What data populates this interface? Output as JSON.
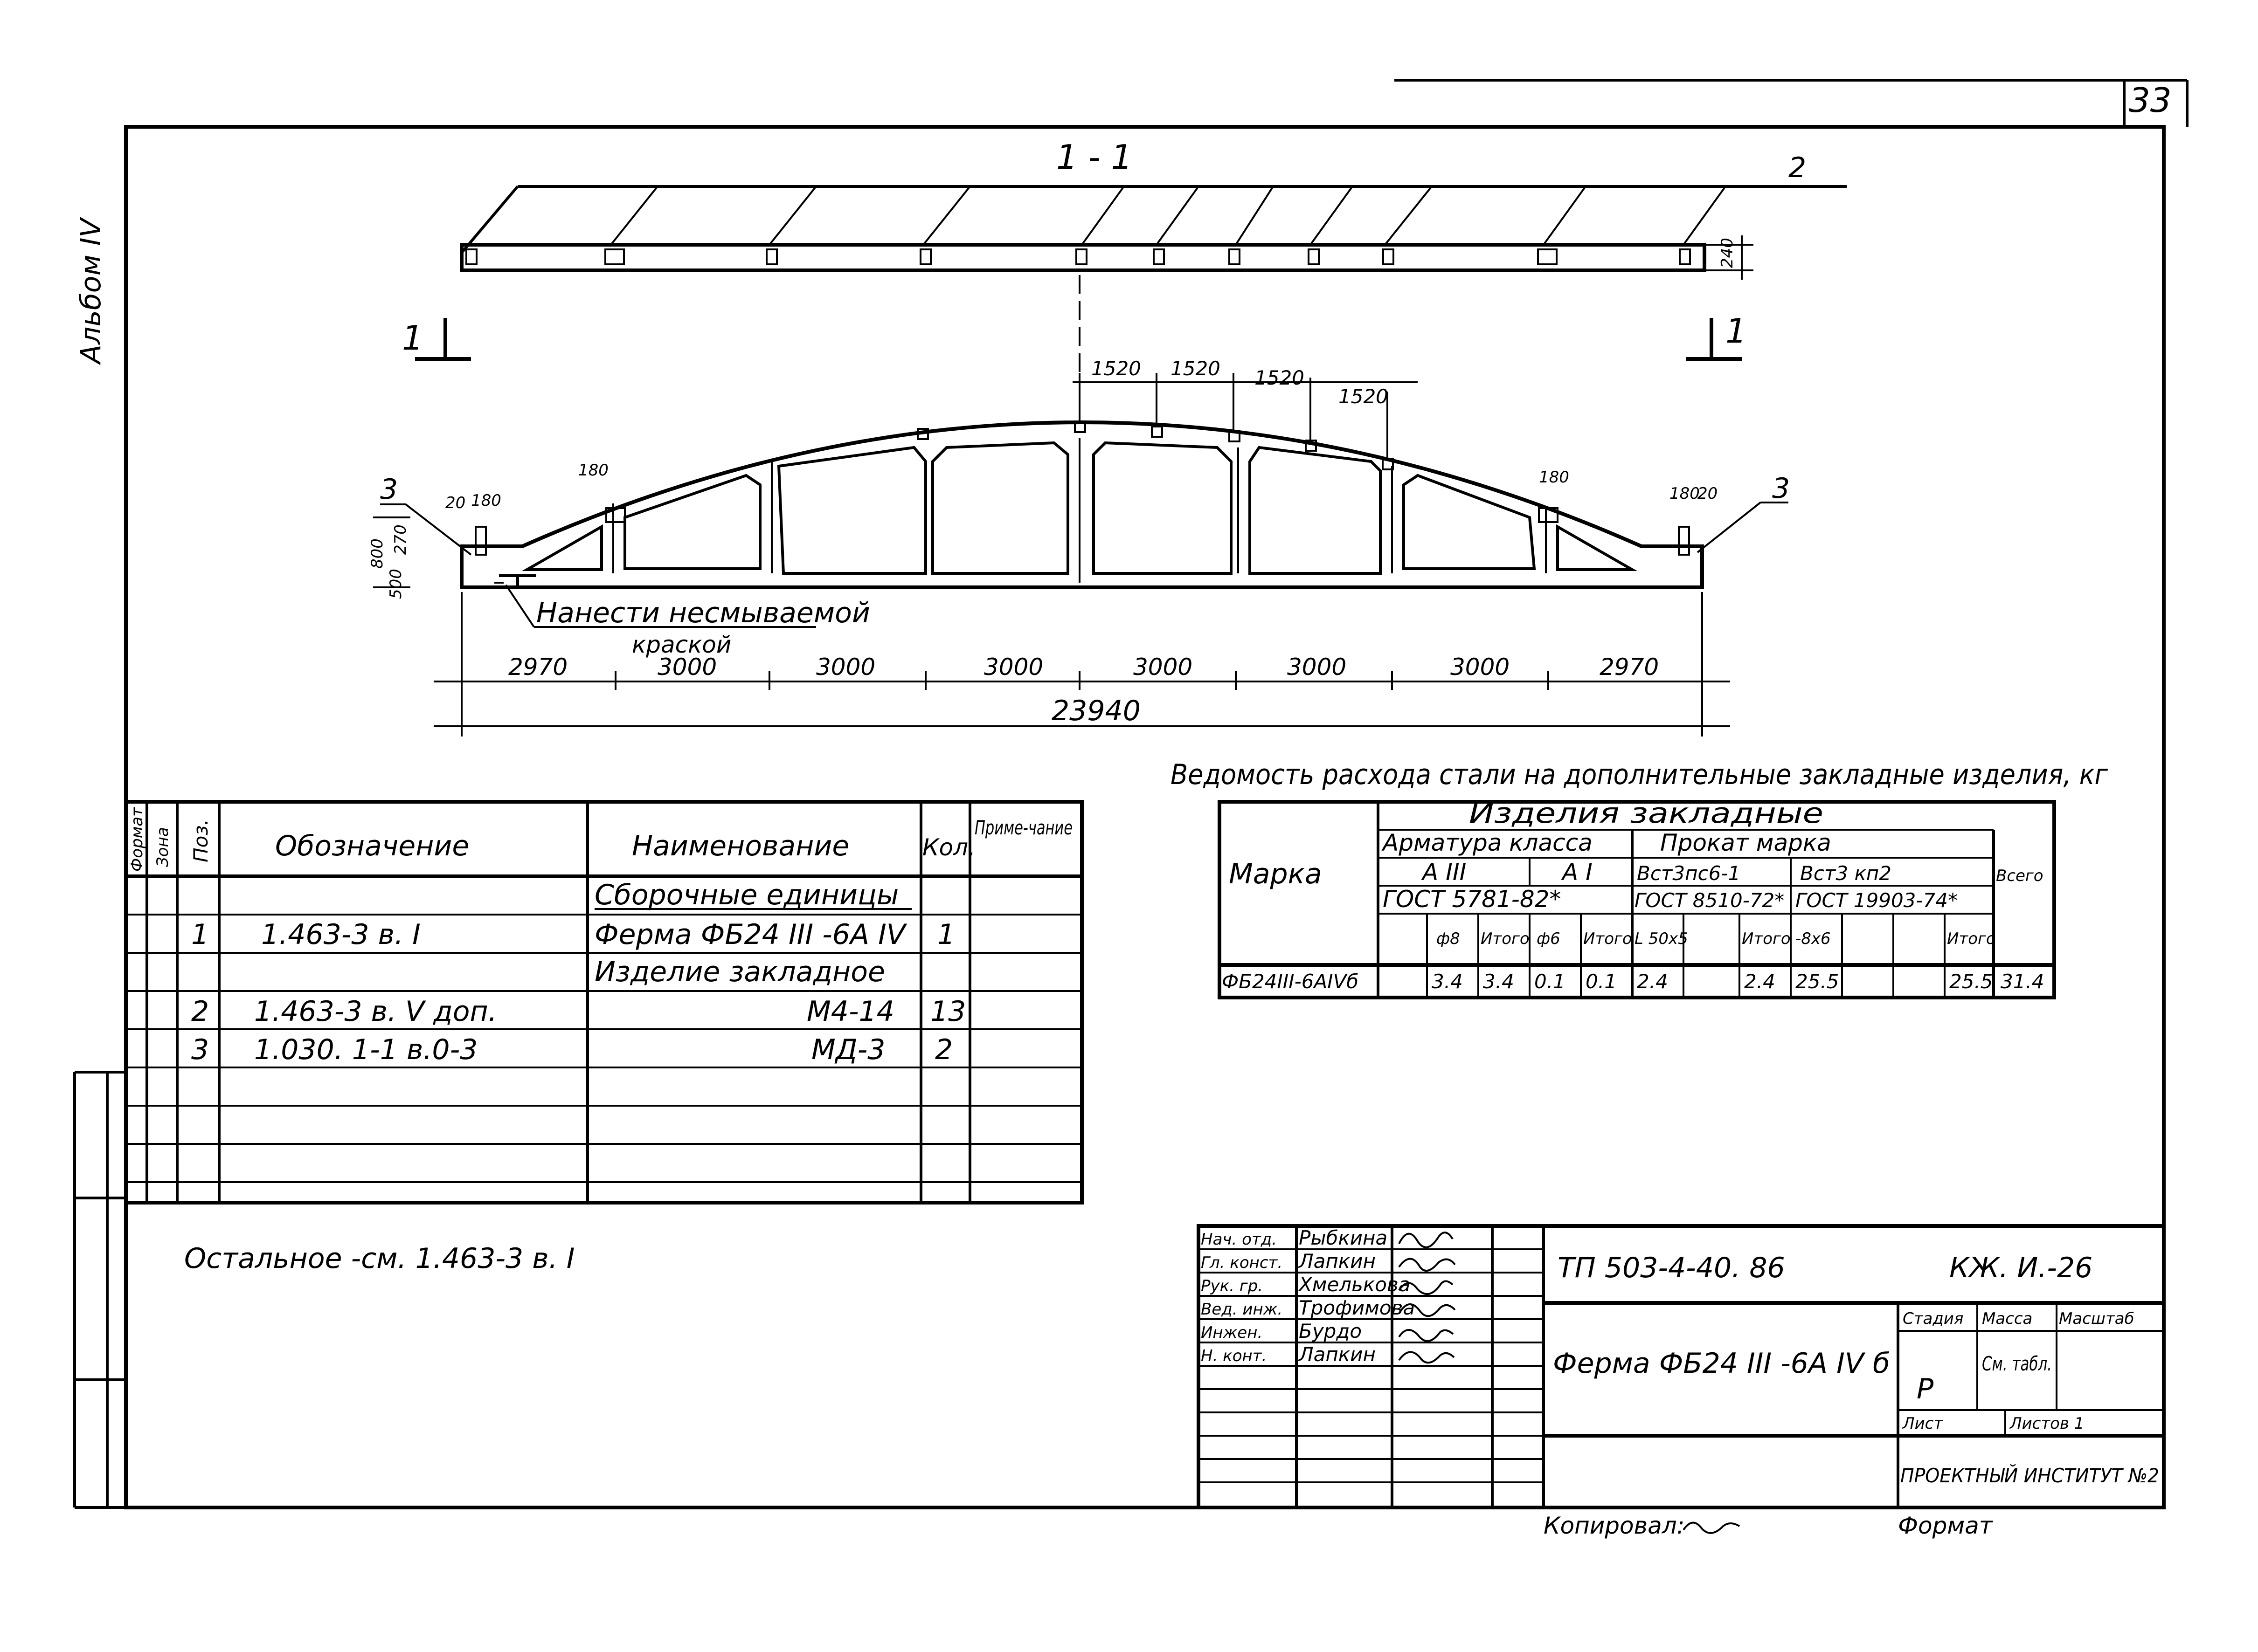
{
  "page_number": "33",
  "album_label": "Альбом IV",
  "section_title": "1 - 1",
  "section_mark_left": "1",
  "section_mark_right": "1",
  "callouts": {
    "top_right": "2",
    "left": "3",
    "right": "3"
  },
  "small_dims": {
    "height_top": "240",
    "left_20": "20",
    "left_180": "180",
    "left_180b": "180",
    "right_180": "180",
    "right_180b": "180",
    "right_20": "20",
    "left_height1": "800",
    "left_height2": "270",
    "left_height3": "500"
  },
  "top_spacing": [
    "1520",
    "1520",
    "1520",
    "1520"
  ],
  "truss_note": {
    "line1": "Нанести несмываемой",
    "line2": "краской"
  },
  "bottom_dims": [
    "2970",
    "3000",
    "3000",
    "3000",
    "3000",
    "3000",
    "3000",
    "2970"
  ],
  "total_length": "23940",
  "spec_table": {
    "headers": {
      "format": "Формат",
      "zone": "Зона",
      "pos": "Поз.",
      "designation": "Обозначение",
      "name": "Наименование",
      "qty": "Кол.",
      "note": "Приме-чание"
    },
    "rows": [
      {
        "pos": "",
        "designation": "",
        "name": "Сборочные единицы",
        "qty": ""
      },
      {
        "pos": "1",
        "designation": "1.463-3  в. I",
        "name": "Ферма ФБ24 III -6А IV",
        "qty": "1"
      },
      {
        "pos": "",
        "designation": "",
        "name": "Изделие закладное",
        "qty": ""
      },
      {
        "pos": "2",
        "designation": "1.463-3  в. V доп.",
        "name": "М4-14",
        "qty": "13"
      },
      {
        "pos": "3",
        "designation": "1.030. 1-1  в.0-3",
        "name": "МД-3",
        "qty": "2"
      },
      {
        "pos": "",
        "designation": "",
        "name": "",
        "qty": ""
      },
      {
        "pos": "",
        "designation": "",
        "name": "",
        "qty": ""
      },
      {
        "pos": "",
        "designation": "",
        "name": "",
        "qty": ""
      }
    ]
  },
  "remainder_note": "Остальное -см. 1.463-3 в. I",
  "steel_table": {
    "title": "Ведомость расхода стали на дополнительные закладные изделия, кг",
    "mark_header": "Марка",
    "group_header": "Изделия закладные",
    "total_header": "Всего",
    "rebar_header": "Арматура класса",
    "rolled_header": "Прокат марка",
    "a3": "А III",
    "a1": "А I",
    "st3": "Вст3пс6-1",
    "st3kp": "Вст3 кп2",
    "gost1": "ГОСТ 5781-82*",
    "gost2": "ГОСТ 8510-72*",
    "gost3": "ГОСТ 19903-74*",
    "sub_headers": [
      "ф8",
      "Итого",
      "ф6",
      "Итого",
      "L 50x5",
      "",
      "Итого",
      "-8x6",
      "",
      "",
      "Итого"
    ],
    "row": {
      "mark": "ФБ24III-6АIVб",
      "values": [
        "3.4",
        "3.4",
        "0.1",
        "0.1",
        "2.4",
        "",
        "2.4",
        "25.5",
        "",
        "",
        "25.5"
      ],
      "total": "31.4"
    }
  },
  "title_block": {
    "staff": [
      {
        "role": "Нач. отд.",
        "name": "Рыбкина"
      },
      {
        "role": "Гл. конст.",
        "name": "Лапкин"
      },
      {
        "role": "Рук. гр.",
        "name": "Хмелькова"
      },
      {
        "role": "Вед. инж.",
        "name": "Трофимова"
      },
      {
        "role": "Инжен.",
        "name": "Бурдо"
      },
      {
        "role": "Н. конт.",
        "name": "Лапкин"
      }
    ],
    "code": "ТП 503-4-40. 86",
    "sheet_code": "КЖ. И.-26",
    "drawing_title": "Ферма ФБ24 III -6А IV б",
    "stage_label": "Стадия",
    "mass_label": "Масса",
    "scale_label": "Масштаб",
    "stage_value": "Р",
    "mass_value": "См. табл.",
    "sheet_label": "Лист",
    "sheets_label": "Листов 1",
    "institute": "ПРОЕКТНЫЙ ИНСТИТУТ №2"
  },
  "footer": {
    "copied": "Копировал:",
    "format": "Формат"
  }
}
